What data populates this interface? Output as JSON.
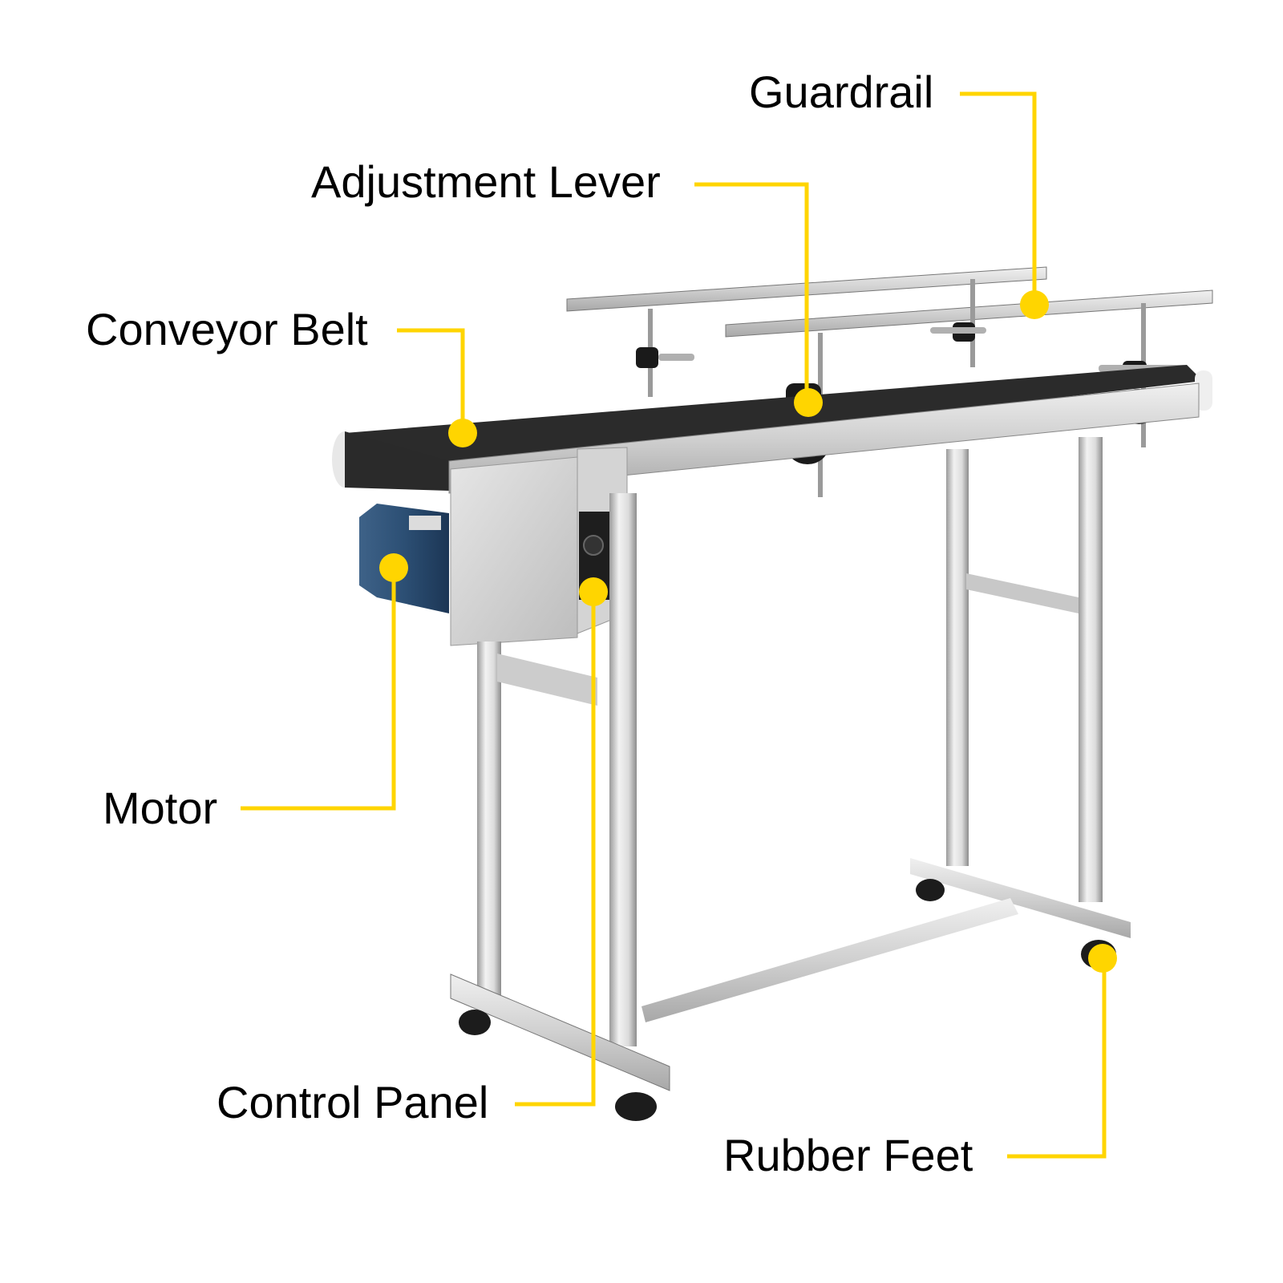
{
  "diagram": {
    "subject": "Conveyor with guardrails",
    "accent_color": "#FFD500",
    "labels": {
      "guardrail": "Guardrail",
      "adjustment_lever": "Adjustment Lever",
      "conveyor_belt": "Conveyor Belt",
      "motor": "Motor",
      "control_panel": "Control Panel",
      "rubber_feet": "Rubber Feet"
    }
  }
}
